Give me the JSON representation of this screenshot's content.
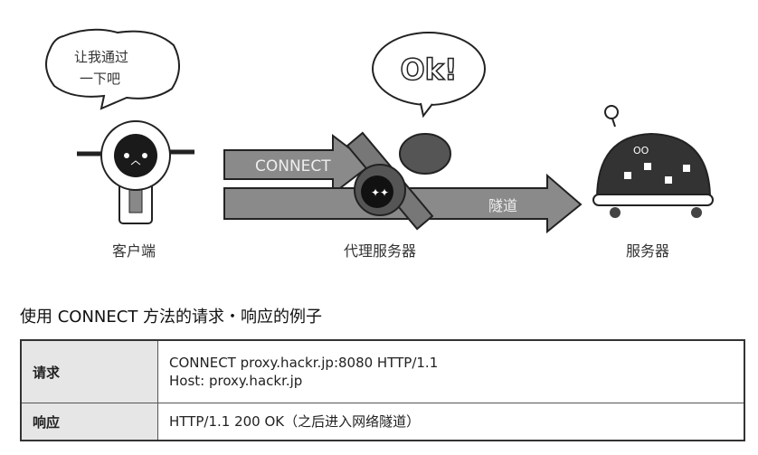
{
  "diagram": {
    "client_bubble_line1": "让我通过",
    "client_bubble_line2": "一下吧",
    "proxy_bubble": "Ok!",
    "connect_arrow": "CONNECT",
    "tunnel_arrow": "隧道",
    "client_label": "客户端",
    "proxy_label": "代理服务器",
    "server_label": "服务器"
  },
  "section_title": "使用 CONNECT 方法的请求・响应的例子",
  "table": {
    "rows": [
      {
        "header": "请求",
        "lines": [
          "CONNECT proxy.hackr.jp:8080 HTTP/1.1",
          "Host: proxy.hackr.jp"
        ]
      },
      {
        "header": "响应",
        "lines": [
          "HTTP/1.1 200 OK（之后进入网络隧道）"
        ]
      }
    ]
  }
}
